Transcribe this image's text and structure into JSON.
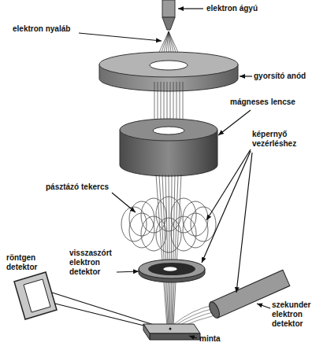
{
  "diagram": {
    "labels": [
      "elektron ágyú",
      "elektron nyaláb",
      "gyorsító anód",
      "mágneses lencse",
      "képernyő vezérléshez",
      "pásztázó tekercs",
      "visszaszórt elektron detektor",
      "röntgen detektor",
      "szekunder elektron detektor",
      "minta"
    ]
  }
}
